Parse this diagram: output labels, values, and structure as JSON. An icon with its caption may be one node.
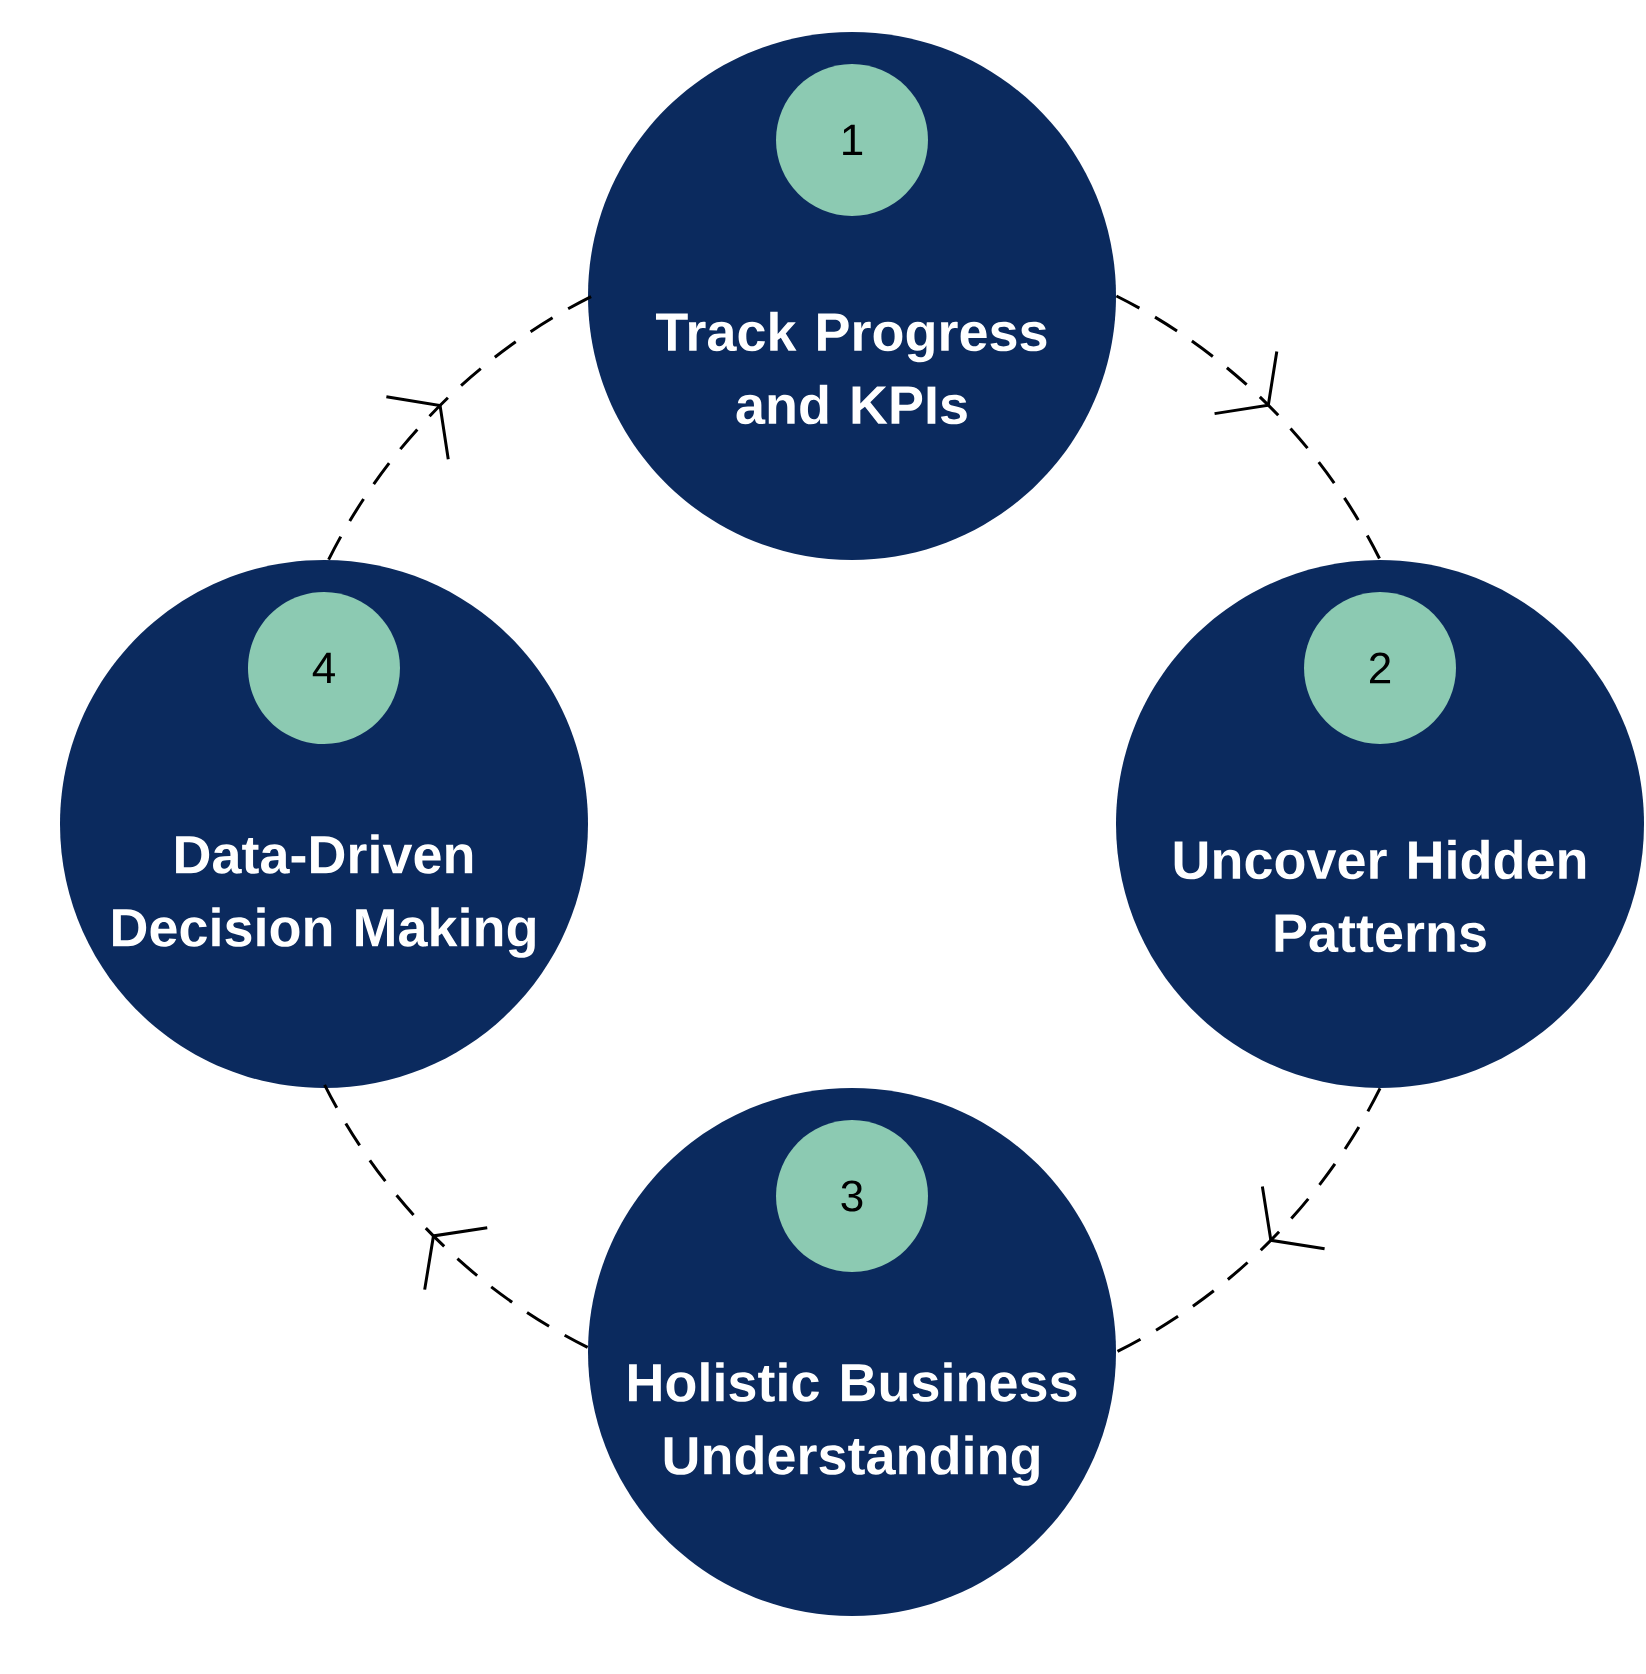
{
  "diagram": {
    "nodes": [
      {
        "text": [
          "Track Progress and KPIs"
        ]
      },
      {
        "text": [
          "1"
        ],
        "in": 0
      },
      {
        "text": [
          "Uncover Hidden Patterns"
        ]
      },
      {
        "text": [
          "2"
        ],
        "in": 2
      },
      {
        "text": [
          "Holistic Business Understanding"
        ]
      },
      {
        "text": [
          "3"
        ],
        "in": 4
      },
      {
        "text": [
          "Data-Driven Decision Making"
        ]
      },
      {
        "text": [
          "4"
        ],
        "in": 6
      }
    ],
    "edges": [
      {
        "from": 0,
        "to": 2,
        "arrow": "to",
        "style": "dashed"
      },
      {
        "from": 2,
        "to": 4,
        "arrow": "to",
        "style": "dashed"
      },
      {
        "from": 4,
        "to": 6,
        "arrow": "to",
        "style": "dashed"
      },
      {
        "from": 6,
        "to": 0,
        "arrow": "to",
        "style": "dashed"
      }
    ]
  }
}
